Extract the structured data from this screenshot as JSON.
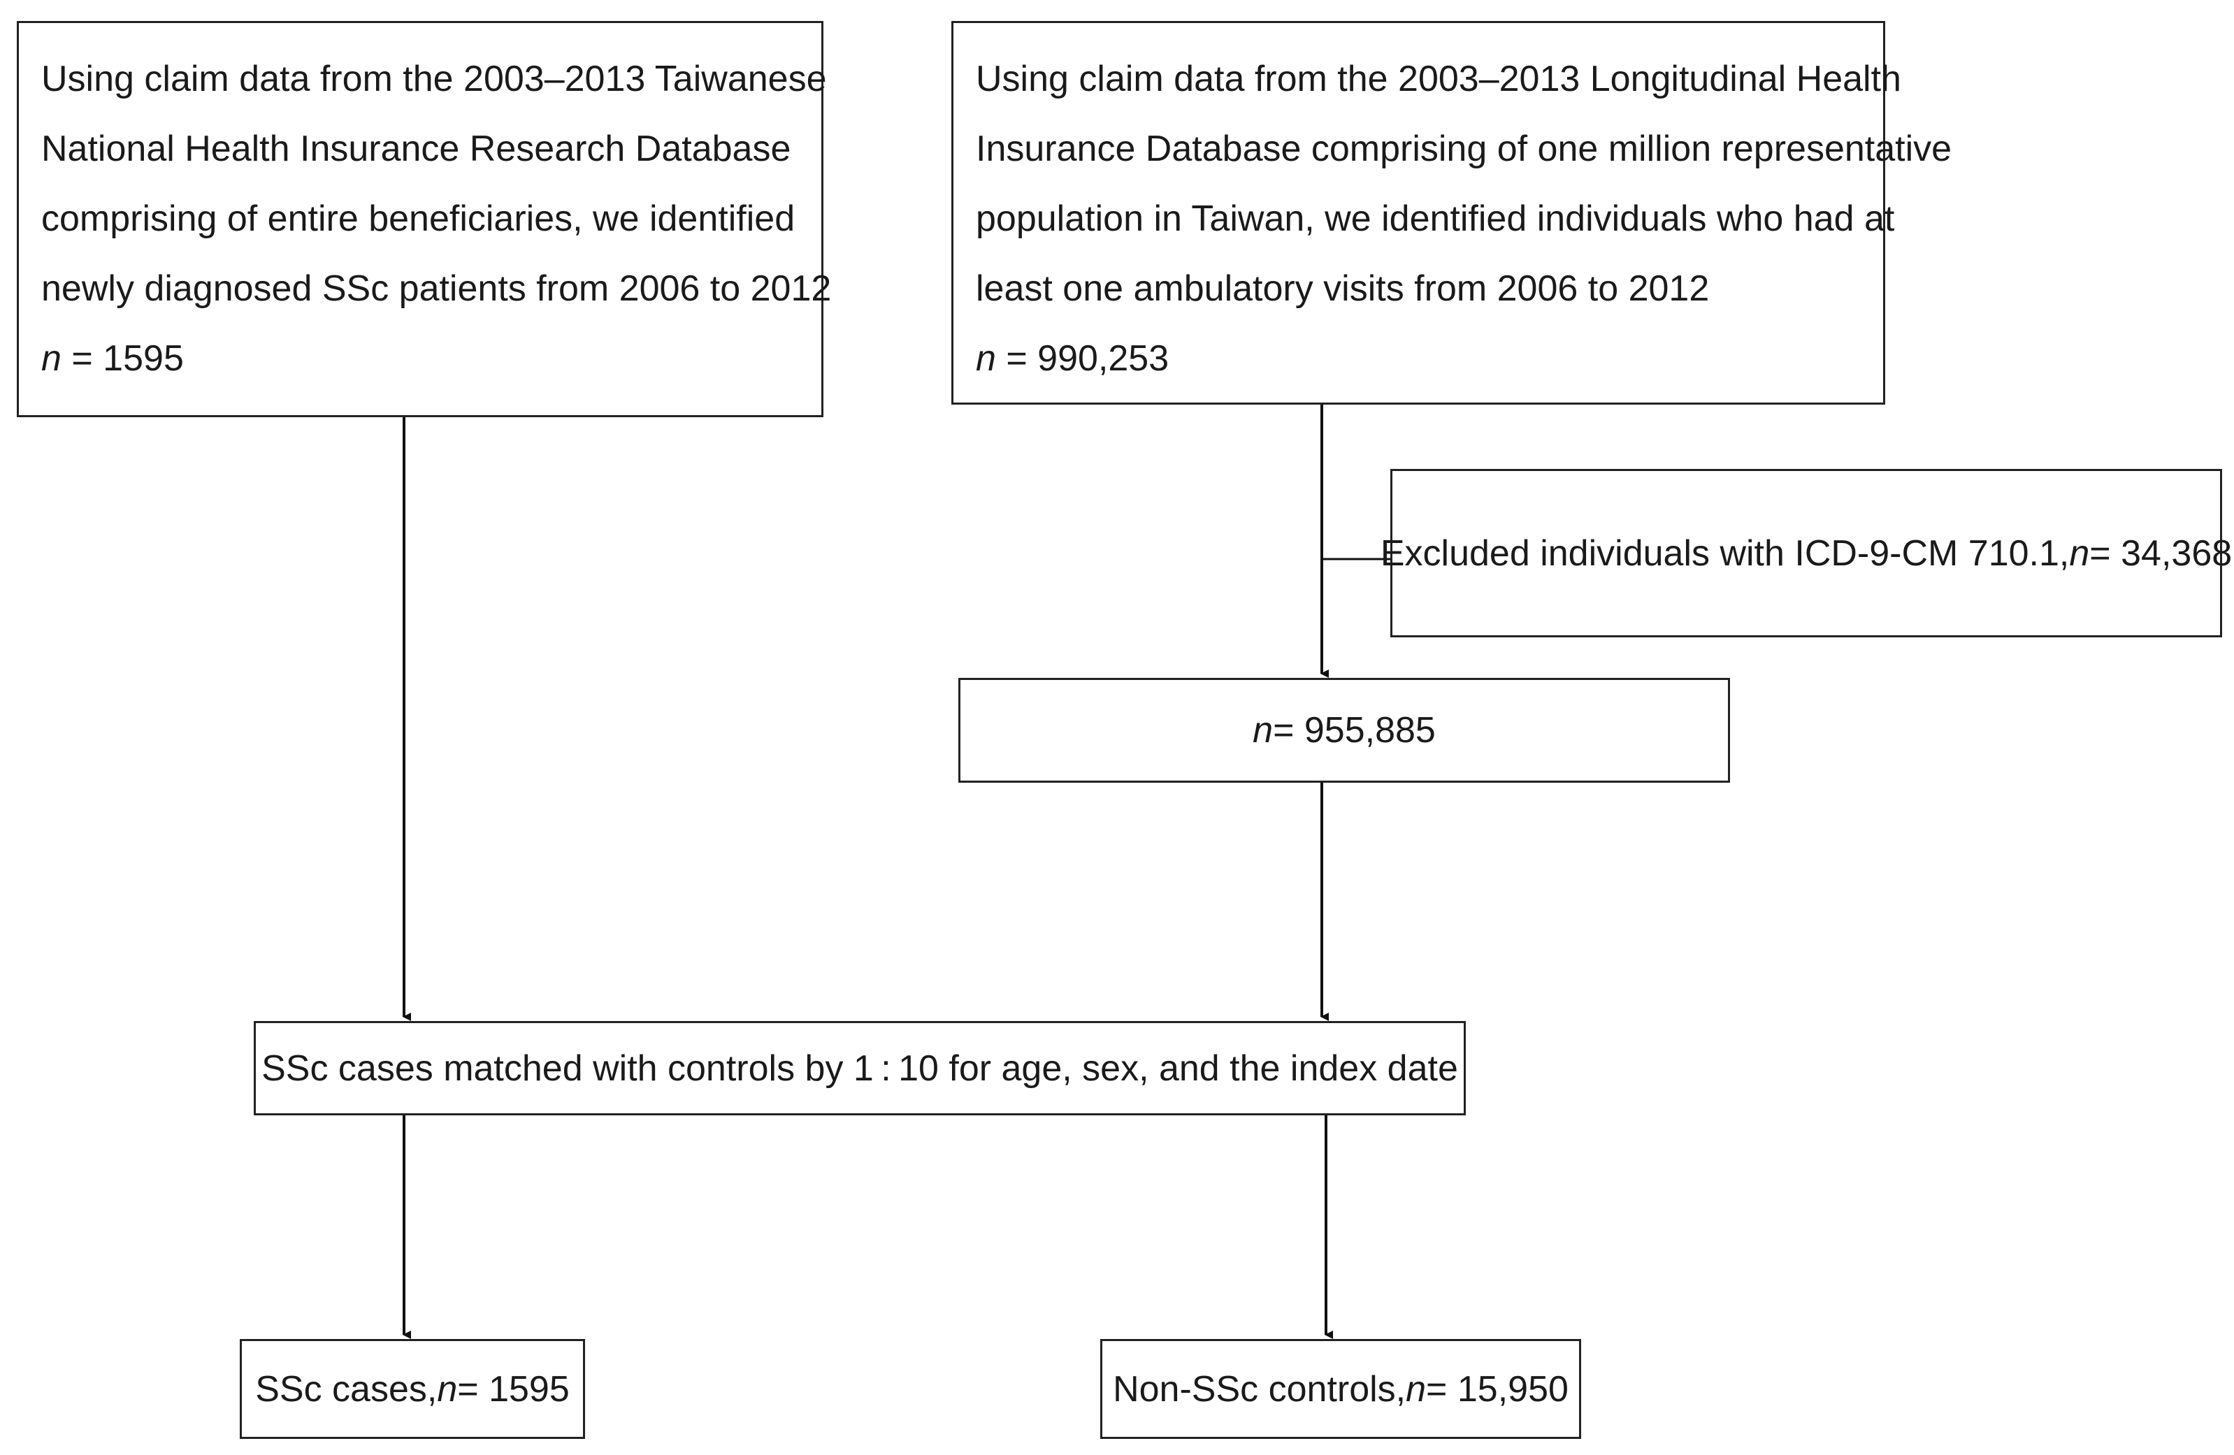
{
  "boxes": {
    "nhird": {
      "lines": [
        "Using claim data from the 2003–2013 Taiwanese",
        "National Health Insurance Research Database",
        "comprising of entire beneficiaries, we identified",
        "newly diagnosed SSc patients from 2006 to 2012"
      ],
      "n_label": "n",
      "n_value": " = 1595"
    },
    "lhid": {
      "lines": [
        "Using claim data from the 2003–2013 Longitudinal Health",
        "Insurance Database comprising of one million representative",
        "population in Taiwan, we identified individuals who had at",
        "least one ambulatory visits from 2006 to 2012"
      ],
      "n_label": "n",
      "n_value": " = 990,253"
    },
    "excluded": {
      "text": "Excluded individuals with ICD-9-CM 710.1, ",
      "n_label": "n",
      "n_value": " = 34,368"
    },
    "after_exclusion": {
      "n_label": "n",
      "n_value": " = 955,885"
    },
    "matching": {
      "text": "SSc cases matched with controls by 1 : 10 for age, sex, and the index date"
    },
    "cases": {
      "text": "SSc cases, ",
      "n_label": "n",
      "n_value": " = 1595"
    },
    "controls": {
      "text": "Non-SSc controls, ",
      "n_label": "n",
      "n_value": " = 15,950"
    }
  }
}
